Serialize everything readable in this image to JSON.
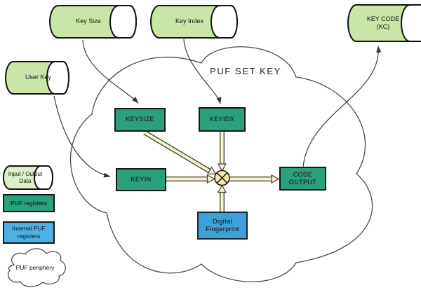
{
  "title": "PUF SET KEY",
  "stores": [
    {
      "id": "key-size",
      "label": "Key Size"
    },
    {
      "id": "key-index",
      "label": "Key Index"
    },
    {
      "id": "key-code",
      "label": "KEY CODE",
      "label2": "(KC)"
    },
    {
      "id": "user-key",
      "label": "User Key"
    },
    {
      "id": "io-data",
      "label": "Input / Output",
      "label2": "Data"
    }
  ],
  "registers": [
    {
      "id": "keysize",
      "label": "KEYSIZE"
    },
    {
      "id": "keyidx",
      "label": "KEYIDX"
    },
    {
      "id": "keyin",
      "label": "KEYIN"
    },
    {
      "id": "code-output",
      "label": "CODE",
      "label2": "OUTPUT"
    },
    {
      "id": "digital-fingerprint",
      "label": "Digital",
      "label2": "Fingerprint"
    }
  ],
  "legend": [
    {
      "id": "puf-registers",
      "label": "PUF registers",
      "color": "#2aa07c"
    },
    {
      "id": "internal-puf-registers",
      "label": "Internal PUF",
      "label2": "registers",
      "color": "#4cb2e6"
    },
    {
      "id": "puf-periphery",
      "label": "PUF periphery"
    }
  ],
  "operator": {
    "name": "xor-combine-node",
    "symbol": "x-in-circle",
    "fill": "#f8e8a6"
  },
  "colors": {
    "store_green": "#c9e6a6",
    "store_green_light": "#dcefc8",
    "register_teal": "#2aa07c",
    "internal_blue": "#3da0d8",
    "legend_blue": "#4cb2e6",
    "bus_fill": "#f7f2cf",
    "node_fill": "#f8e8a6",
    "outline": "#1a1a1a"
  }
}
